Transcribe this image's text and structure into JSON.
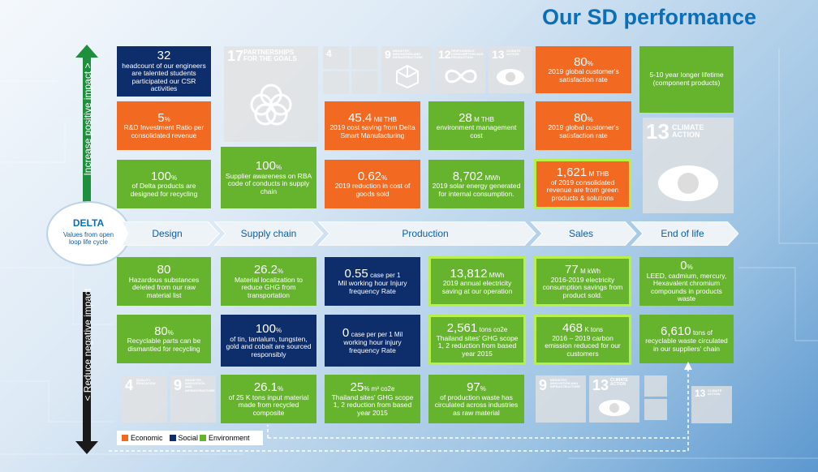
{
  "title": "Our SD performance",
  "axis": {
    "positive": "Increase positive impact >",
    "negative": "< Reduce negative impact"
  },
  "logo": {
    "brand": "DELTA",
    "caption": "Values from open loop life cycle"
  },
  "stages": [
    "Design",
    "Supply chain",
    "Production",
    "Sales",
    "End of life"
  ],
  "legend": [
    {
      "label": "Economic",
      "color": "#f26a21"
    },
    {
      "label": "Social",
      "color": "#0e2d6b"
    },
    {
      "label": "Environment",
      "color": "#66b32e"
    }
  ],
  "sdg": {
    "s17": {
      "num": "17",
      "label": "PARTNERSHIPS FOR THE GOALS"
    },
    "s4": {
      "num": "4",
      "label": "QUALITY EDUCATION"
    },
    "s9": {
      "num": "9",
      "label": "INDUSTRY, INNOVATION AND INFRASTRUCTURE"
    },
    "s12": {
      "num": "12",
      "label": "RESPONSIBLE CONSUMPTION AND PRODUCTION"
    },
    "s13": {
      "num": "13",
      "label": "CLIMATE ACTION"
    }
  },
  "tiles": {
    "t1": {
      "big": "32",
      "text": "headcount of our engineers are talented students participated our CSR activities"
    },
    "t2": {
      "big": "5",
      "unit": "%",
      "text": "R&D Investment Ratio per consolidated revenue"
    },
    "t3": {
      "big": "100",
      "unit": "%",
      "text": "of Delta products are designed for recycling"
    },
    "t4": {
      "big": "100",
      "unit": "%",
      "text": "Supplier awareness on RBA code of conducts in supply chain"
    },
    "t5": {
      "big": "45.4",
      "unit": "Mil THB",
      "text": "2019 cost saving from Delta Smart Manufacturing"
    },
    "t6": {
      "big": "0.62",
      "unit": "%",
      "text": "2019 reduction in cost of goods sold"
    },
    "t7": {
      "big": "28",
      "unit": "M THB",
      "text": "environment management cost"
    },
    "t8": {
      "big": "8,702",
      "unit": "MWh",
      "text": "2019 solar energy generated for internal consumption."
    },
    "t9": {
      "big": "80",
      "unit": "%",
      "text": "2019 global customer's satisfaction rate"
    },
    "t10": {
      "big": "80",
      "unit": "%",
      "text": "2019 global customer's satisfaction rate"
    },
    "t11": {
      "big": "1,621",
      "unit": "M THB",
      "text": "of 2019 consolidated revenue are from green products & solutions"
    },
    "t12": {
      "text": "5-10 year longer lifetime (component products)"
    },
    "b1": {
      "big": "80",
      "text": "Hazardous substances deleted from our raw material list"
    },
    "b2": {
      "big": "80",
      "unit": "%",
      "text": "Recyclable parts can be dismantled for recycling"
    },
    "b3": {
      "big": "26.2",
      "unit": "%",
      "text": "Material localization to reduce GHG from transportation"
    },
    "b4": {
      "big": "100",
      "unit": "%",
      "text": "of tin, tantalum, tungsten, gold and cobalt are sourced responsibly"
    },
    "b5": {
      "big": "26.1",
      "unit": "%",
      "text": "of 25 K tons input material made from recycled composite"
    },
    "b6": {
      "big": "0.55",
      "unit": "case per 1",
      "text": "Mil working hour Injury frequency Rate"
    },
    "b7": {
      "big": "0",
      "unit": "case per per 1 Mil",
      "text": "working hour injury frequency Rate"
    },
    "b8": {
      "big": "25",
      "unit": "% m³ co2e",
      "text": "Thailand sites' GHG scope 1, 2 reduction from based year 2015"
    },
    "b9": {
      "big": "13,812",
      "unit": "MWh",
      "text": "2019 annual electricity saving at our operation"
    },
    "b10": {
      "big": "2,561",
      "unit": "tons co2e",
      "text": "Thailand sites' GHG scope 1, 2 reduction from based year 2015"
    },
    "b11": {
      "big": "97",
      "unit": "%",
      "text": "of production waste has circulated across industries as raw material"
    },
    "b12": {
      "big": "77",
      "unit": "M kWh",
      "text": "2016-2019 electricity consumption savings from product sold."
    },
    "b13": {
      "big": "468",
      "unit": "K tons",
      "text": "2016 – 2019 carbon emission reduced for our customers"
    },
    "b14": {
      "big": "0",
      "unit": "%",
      "text": "LEED, cadmium, mercury, Hexavalent chromium compounds in products waste"
    },
    "b15": {
      "big": "6,610",
      "unit": "tons of",
      "text": "recyclable waste circulated in our suppliers' chain"
    }
  }
}
